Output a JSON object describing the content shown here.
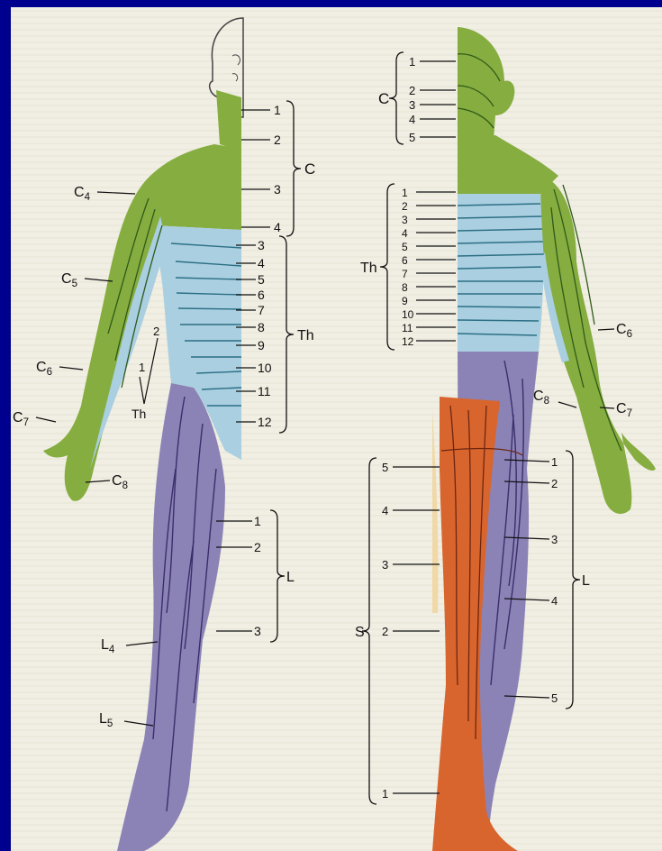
{
  "colors": {
    "cervical": "#86ad3f",
    "thoracic": "#a9cfe1",
    "lumbar": "#8b83b6",
    "sacral": "#d8652e",
    "skin": "#f0d9a6",
    "frame": "#00008e",
    "paper": "#f1eee3"
  },
  "front": {
    "cervical_nums": [
      "1",
      "2",
      "3",
      "4"
    ],
    "thoracic_nums": [
      "3",
      "4",
      "5",
      "6",
      "7",
      "8",
      "9",
      "10",
      "11",
      "12"
    ],
    "lumbar_nums": [
      "1",
      "2",
      "3"
    ],
    "group_c": "C",
    "group_th": "Th",
    "group_l": "L",
    "arm_labels": [
      "C4",
      "C5",
      "C6",
      "C7",
      "C8"
    ],
    "arm_th_nums": [
      "2",
      "1"
    ],
    "arm_th": "Th",
    "leg_labels": [
      "L4",
      "L5"
    ]
  },
  "back": {
    "cervical_nums": [
      "1",
      "2",
      "3",
      "4",
      "5"
    ],
    "thoracic_nums": [
      "1",
      "2",
      "3",
      "4",
      "5",
      "6",
      "7",
      "8",
      "9",
      "10",
      "11",
      "12"
    ],
    "sacral_nums": [
      "5",
      "4",
      "3",
      "2",
      "1"
    ],
    "lumbar_nums": [
      "1",
      "2",
      "3",
      "4",
      "5"
    ],
    "group_c": "C",
    "group_th": "Th",
    "group_s": "S",
    "group_l": "L",
    "arm_labels": [
      "C6",
      "C8",
      "C7"
    ]
  }
}
